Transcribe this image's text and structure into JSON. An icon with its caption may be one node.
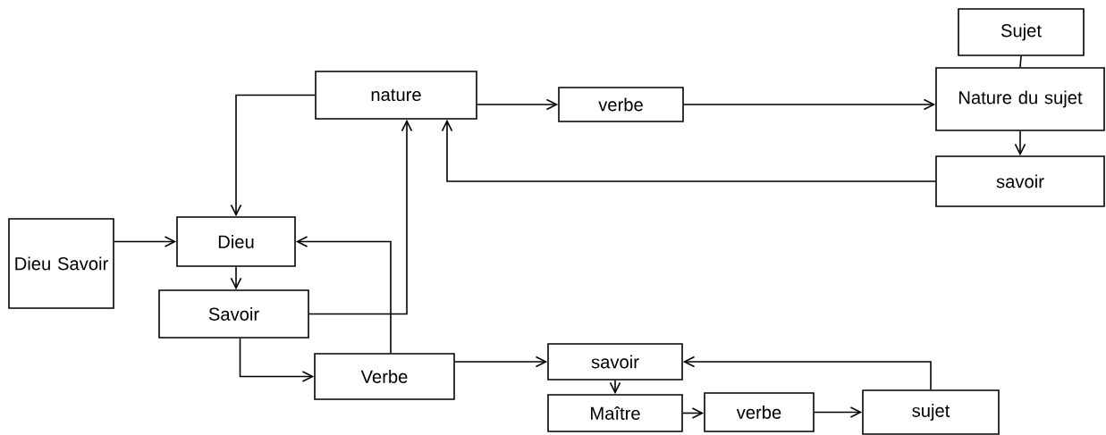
{
  "diagram": {
    "nodes": [
      {
        "text": [
          "nature"
        ]
      },
      {
        "text": [
          "verbe"
        ]
      },
      {
        "text": [
          "Sujet"
        ]
      },
      {
        "text": [
          "Nature du sujet"
        ]
      },
      {
        "text": [
          "savoir"
        ]
      },
      {
        "text": [
          "Dieu Savoir"
        ]
      },
      {
        "text": [
          "Dieu"
        ]
      },
      {
        "text": [
          "Savoir"
        ]
      },
      {
        "text": [
          "Verbe"
        ]
      },
      {
        "text": [
          "savoir"
        ]
      },
      {
        "text": [
          "Maître"
        ]
      },
      {
        "text": [
          "verbe"
        ]
      },
      {
        "text": [
          "sujet"
        ]
      }
    ],
    "edges": [
      {
        "from": 0,
        "to": 6,
        "arrow": "to"
      },
      {
        "from": 0,
        "to": 1,
        "arrow": "to"
      },
      {
        "from": 1,
        "to": 3,
        "arrow": "to"
      },
      {
        "from": 2,
        "to": 3,
        "arrow": "none"
      },
      {
        "from": 3,
        "to": 4,
        "arrow": "to"
      },
      {
        "from": 4,
        "to": 0,
        "arrow": "to"
      },
      {
        "from": 5,
        "to": 6,
        "arrow": "to"
      },
      {
        "from": 6,
        "to": 7,
        "arrow": "to"
      },
      {
        "from": 8,
        "to": 6,
        "arrow": "to"
      },
      {
        "from": 7,
        "to": 0,
        "arrow": "to"
      },
      {
        "from": 7,
        "to": 8,
        "arrow": "to"
      },
      {
        "from": 8,
        "to": 9,
        "arrow": "to"
      },
      {
        "from": 9,
        "to": 10,
        "arrow": "to"
      },
      {
        "from": 10,
        "to": 11,
        "arrow": "to"
      },
      {
        "from": 11,
        "to": 12,
        "arrow": "to"
      },
      {
        "from": 12,
        "to": 9,
        "arrow": "to"
      }
    ]
  }
}
